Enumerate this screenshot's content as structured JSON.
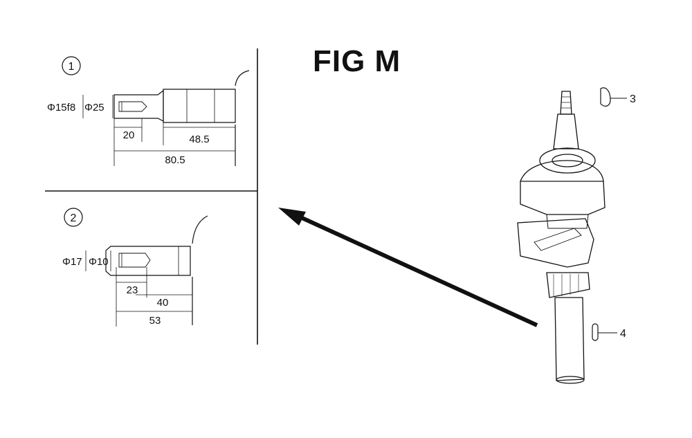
{
  "figure_title": "FIG M",
  "detail_1": {
    "number": "1",
    "outer_diameter": "Φ15f8",
    "inner_diameter": "Φ25",
    "dim_short": "20",
    "dim_mid": "48.5",
    "dim_total": "80.5"
  },
  "detail_2": {
    "number": "2",
    "outer_diameter": "Φ17",
    "inner_diameter": "Φ10",
    "dim_short": "23",
    "dim_mid": "40",
    "dim_total": "53"
  },
  "callouts": {
    "part_3": "3",
    "part_4": "4"
  },
  "colors": {
    "ink": "#111111",
    "paper": "#ffffff"
  }
}
